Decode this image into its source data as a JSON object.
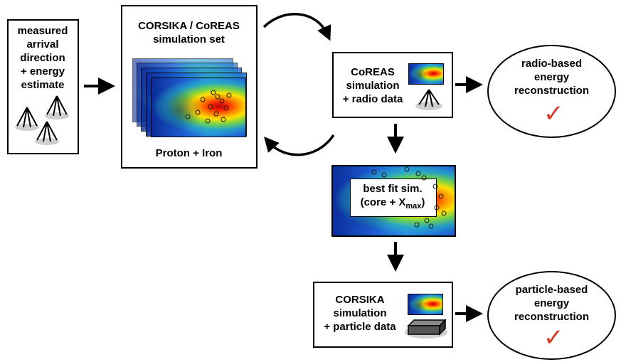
{
  "input_box": {
    "lines": [
      "measured",
      "arrival",
      "direction",
      "+ energy",
      "estimate"
    ]
  },
  "sim_set_box": {
    "title_lines": [
      "CORSIKA / CoREAS",
      "simulation set"
    ],
    "caption": "Proton + Iron"
  },
  "coreas_box": {
    "lines": [
      "CoREAS",
      "simulation",
      "+ radio data"
    ]
  },
  "radio_result": {
    "lines": [
      "radio-based",
      "energy",
      "reconstruction"
    ],
    "check": "✓"
  },
  "best_fit_box": {
    "line1": "best fit sim.",
    "line2_prefix": "(core + X",
    "line2_sub": "max",
    "line2_suffix": ")"
  },
  "corsika_box": {
    "lines": [
      "CORSIKA",
      "simulation",
      "+ particle data"
    ]
  },
  "particle_result": {
    "lines": [
      "particle-based",
      "energy",
      "reconstruction"
    ],
    "check": "✓"
  },
  "colors": {
    "check": "#d93a2b",
    "heatmap_low": "#0b2d9a",
    "heatmap_high": "#b8000d"
  }
}
